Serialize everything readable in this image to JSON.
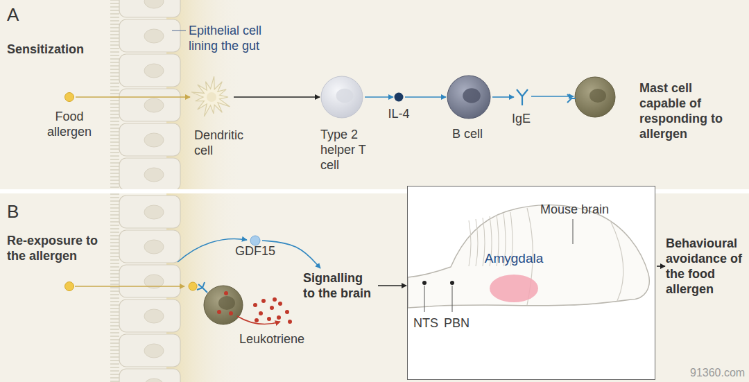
{
  "diagram": {
    "nodes": [
      {
        "text": [
          "Food allergen"
        ]
      },
      {
        "text": [
          "Dendritic cell"
        ]
      },
      {
        "text": [
          "Type 2 helper T cell"
        ]
      },
      {
        "text": [
          "IL-4"
        ]
      },
      {
        "text": [
          "B cell"
        ]
      },
      {
        "text": [
          "IgE"
        ]
      },
      {
        "text": [
          "Mast cell capable of responding to allergen"
        ]
      },
      {
        "text": [
          "GDF15"
        ]
      },
      {
        "text": [
          "Leukotriene"
        ]
      },
      {
        "text": [
          "Signalling to the brain"
        ]
      },
      {
        "text": [
          "Mouse brain"
        ]
      },
      {
        "text": [
          "Amygdala"
        ],
        "in": 10
      },
      {
        "text": [
          "Behavioural avoidance of the food allergen"
        ]
      }
    ],
    "edges": [
      {
        "from": 0,
        "to": 1,
        "arrow": "to"
      },
      {
        "from": 1,
        "to": 2,
        "arrow": "to"
      },
      {
        "from": 2,
        "to": 3,
        "arrow": "to"
      },
      {
        "from": 3,
        "to": 4,
        "arrow": "to"
      },
      {
        "from": 4,
        "to": 5,
        "arrow": "to"
      },
      {
        "from": 5,
        "to": 6,
        "arrow": "to"
      },
      {
        "from": 7,
        "to": 9,
        "arrow": "to"
      },
      {
        "from": 9,
        "to": 10,
        "arrow": "to"
      },
      {
        "from": 10,
        "to": 12,
        "arrow": "to"
      }
    ],
    "labels": [
      "A",
      "Sensitization",
      "Epithelial cell lining the gut",
      "B",
      "Re-exposure to the allergen",
      "NTS",
      "PBN",
      "91360.com"
    ]
  }
}
